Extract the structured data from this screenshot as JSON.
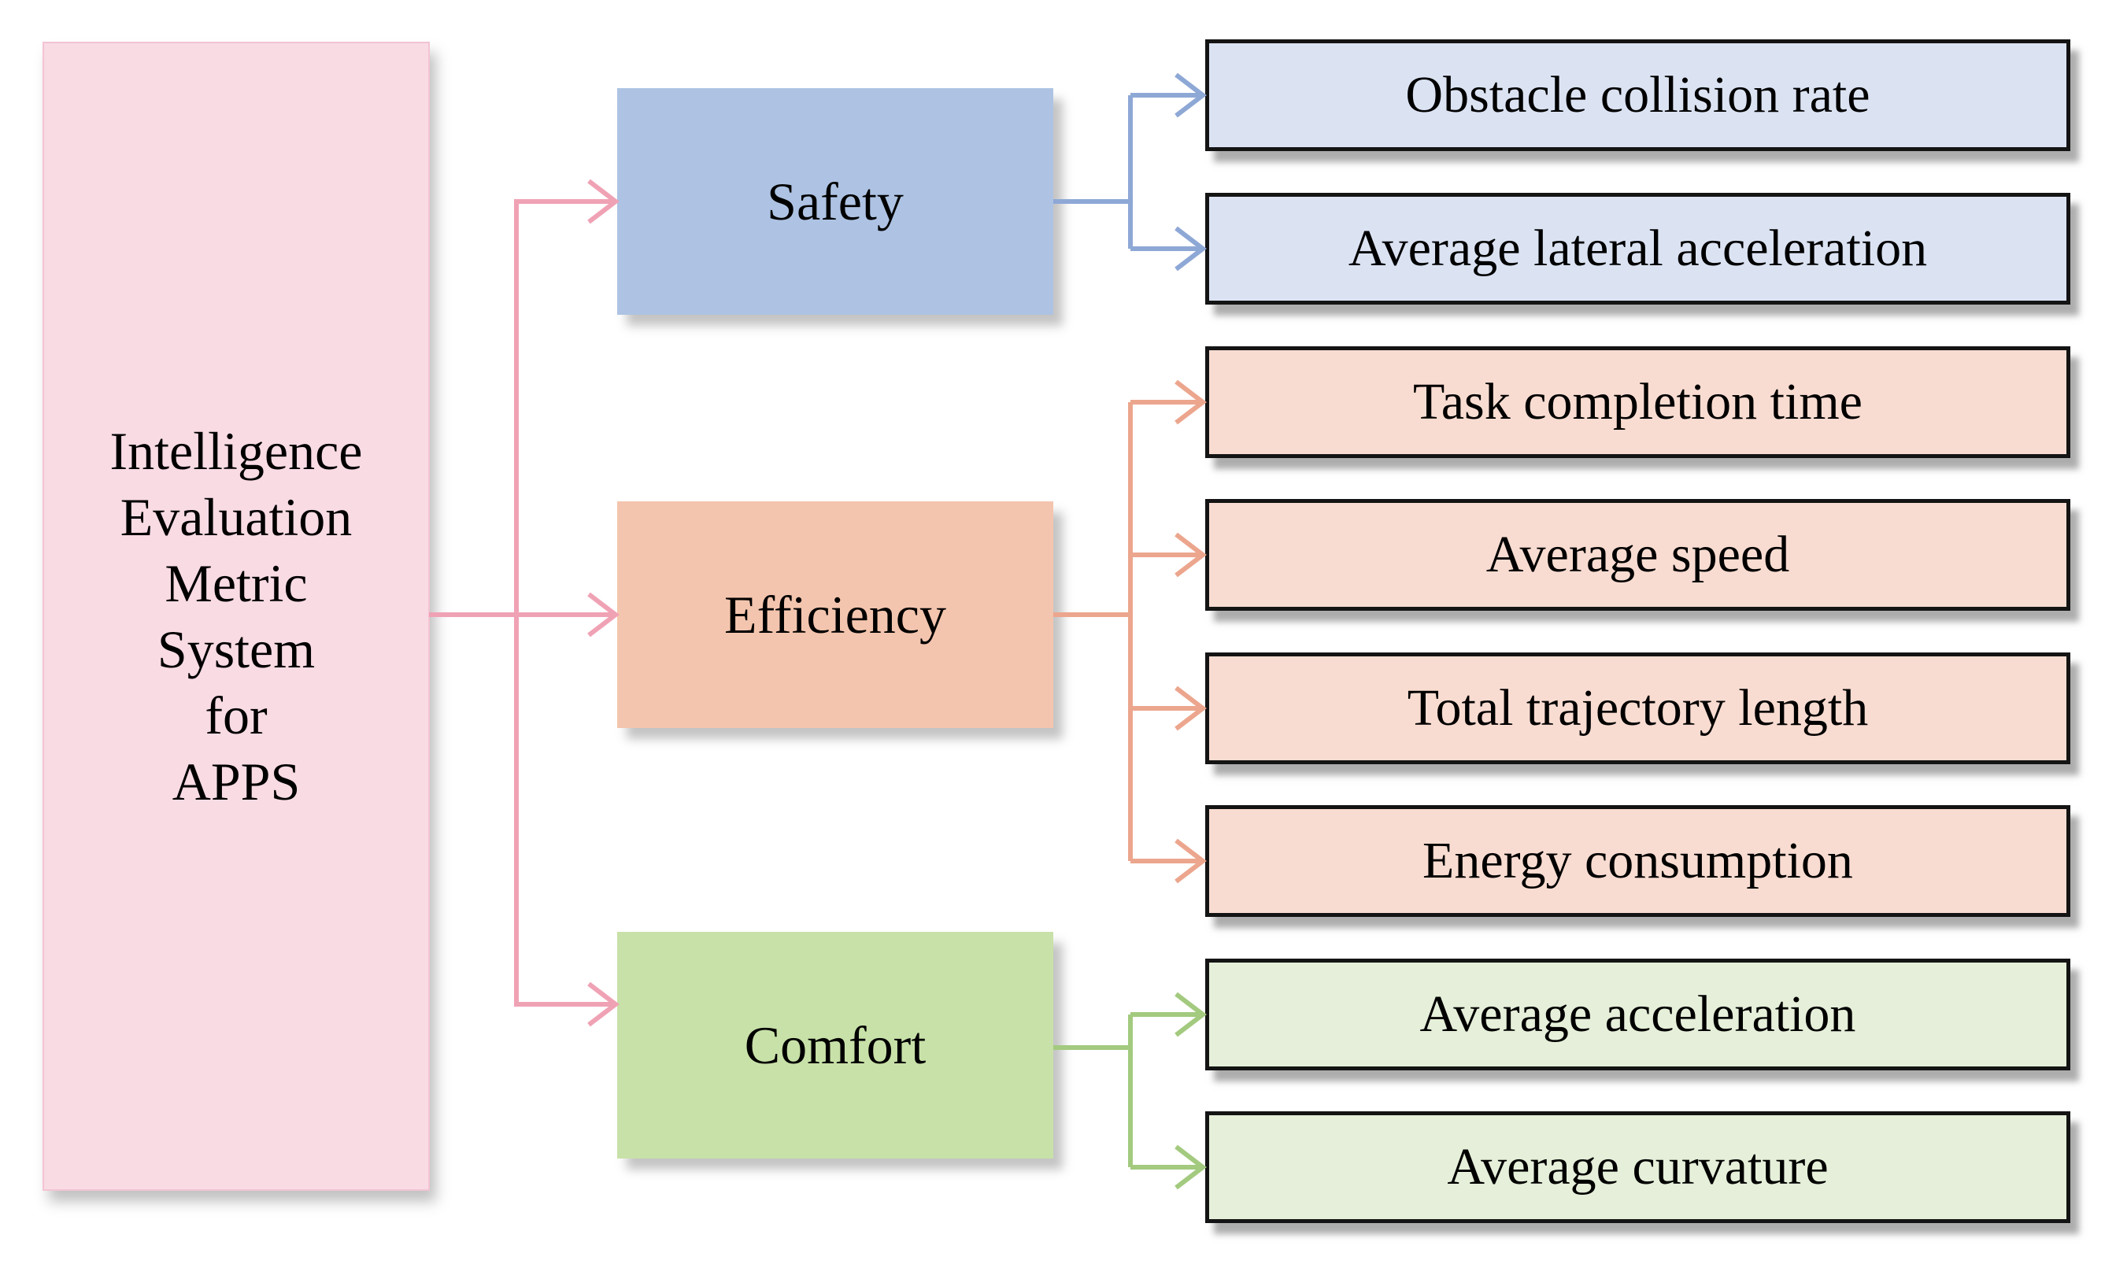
{
  "diagram": {
    "root": {
      "label": "Intelligence Evaluation Metric System for APPS",
      "label_lines": [
        "Intelligence",
        "Evaluation",
        "Metric",
        "System",
        "for",
        "APPS"
      ]
    },
    "categories": [
      {
        "name": "Safety",
        "metrics": [
          "Obstacle collision rate",
          "Average lateral acceleration"
        ]
      },
      {
        "name": "Efficiency",
        "metrics": [
          "Task completion time",
          "Average speed",
          "Total trajectory length",
          "Energy consumption"
        ]
      },
      {
        "name": "Comfort",
        "metrics": [
          "Average acceleration",
          "Average curvature"
        ]
      }
    ],
    "colors": {
      "canvas_bg": "#ffffff",
      "text": "#000000",
      "root_fill": "#f9dbe4",
      "root_border": "#f3c4d3",
      "arrow_pink": "#f0a2b5",
      "safety_fill": "#aec3e3",
      "arrow_blue": "#8ea8d6",
      "metric_blue_fill": "#dbe3f3",
      "efficiency_fill": "#f4c5ae",
      "arrow_salmon": "#eca68e",
      "metric_salmon_fill": "#f9dcd1",
      "comfort_fill": "#c8e1a8",
      "arrow_green": "#a3ca7f",
      "metric_green_fill": "#e5efd9",
      "metric_border": "#141414"
    }
  }
}
